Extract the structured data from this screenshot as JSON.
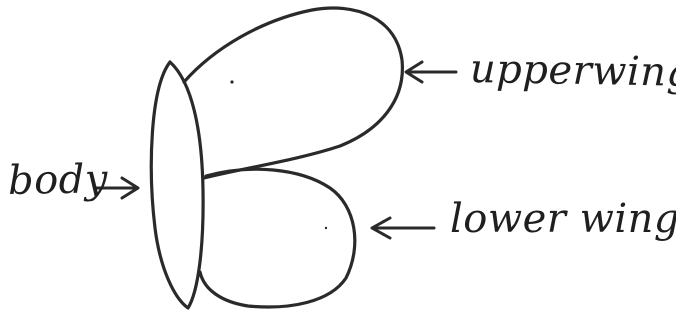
{
  "labels": {
    "body": "body",
    "upper_wing": "upperwing",
    "lower_wing": "lower wing"
  },
  "colors": {
    "ink": "#2a2a2a",
    "background": "#ffffff"
  }
}
